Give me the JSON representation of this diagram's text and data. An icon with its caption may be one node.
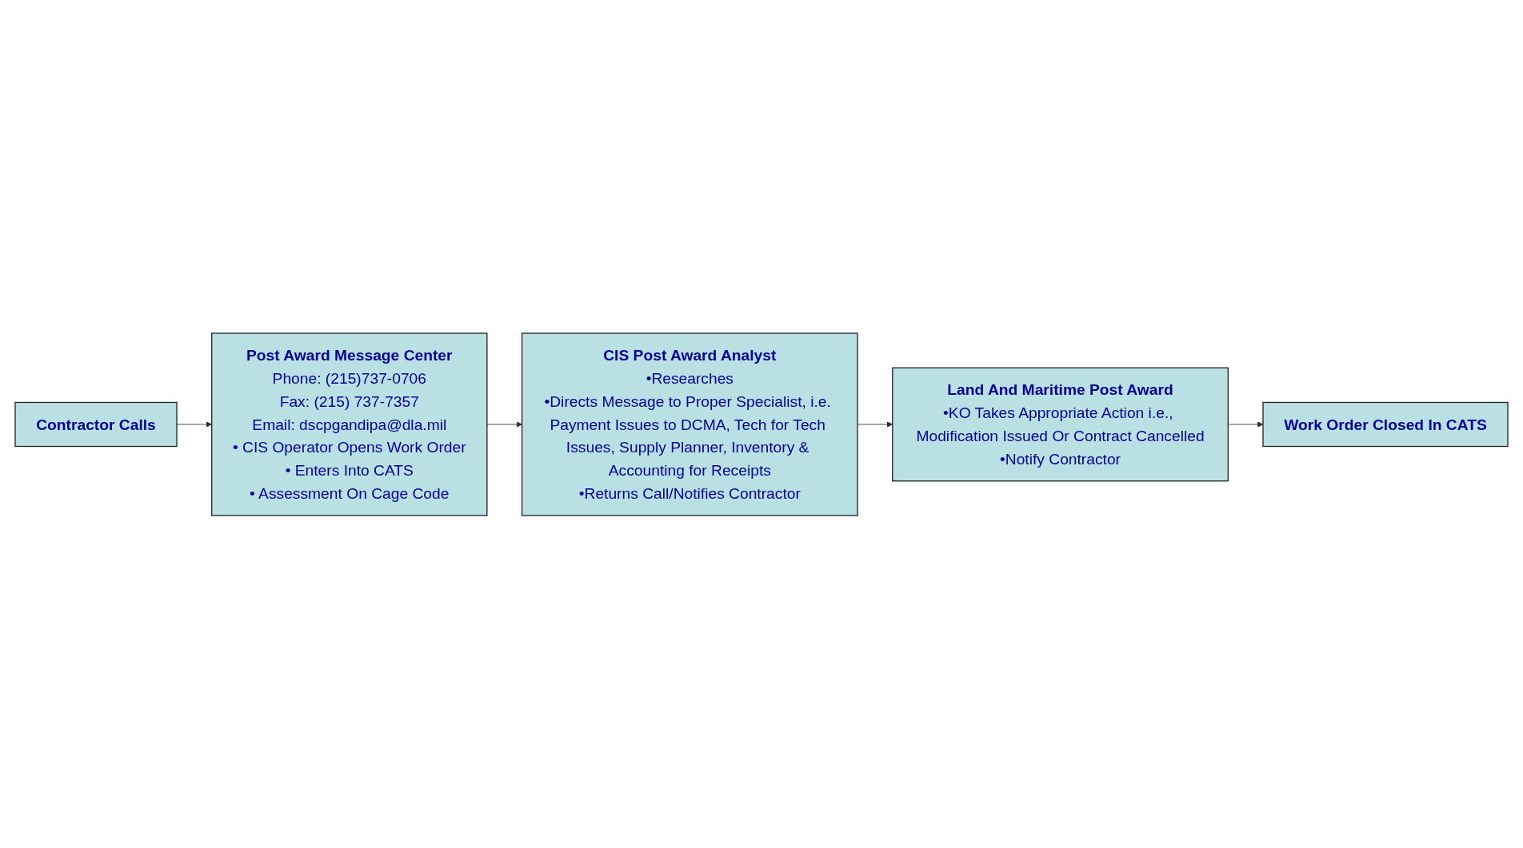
{
  "diagram": {
    "nodes": [
      {
        "text": [
          "Contractor Calls"
        ]
      },
      {
        "text": [
          "Post Award Message Center",
          "Phone: (215)737-0706",
          "Fax: (215) 737-7357",
          "Email: dscpgandipa@dla.mil",
          "• CIS Operator Opens Work Order",
          "• Enters Into CATS",
          "• Assessment On Cage Code"
        ]
      },
      {
        "text": [
          "CIS Post Award Analyst",
          "•Researches",
          "•Directs Message to Proper Specialist, i.e. Payment Issues to DCMA, Tech for Tech Issues, Supply Planner, Inventory & Accounting for Receipts",
          "•Returns Call/Notifies Contractor"
        ]
      },
      {
        "text": [
          "Land And Maritime Post Award",
          "•KO Takes Appropriate Action i.e., Modification Issued Or Contract Cancelled",
          "•Notify Contractor"
        ]
      },
      {
        "text": [
          "Work Order Closed In CATS"
        ]
      }
    ],
    "edges": [
      {
        "from": 0,
        "to": 1,
        "arrow": "to"
      },
      {
        "from": 1,
        "to": 2,
        "arrow": "to"
      },
      {
        "from": 2,
        "to": 3,
        "arrow": "to"
      },
      {
        "from": 3,
        "to": 4,
        "arrow": "to"
      }
    ]
  }
}
